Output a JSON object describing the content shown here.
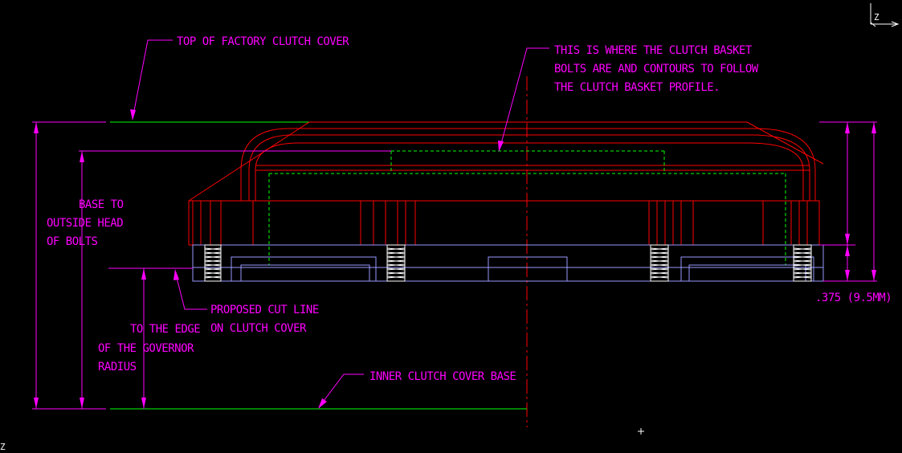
{
  "colors": {
    "background": "#000000",
    "annotation": "#ff00ff",
    "part_outline": "#ff0000",
    "cover_line": "#00ff00",
    "basket_hidden": "#00ff00",
    "base_plate": "#9999ff",
    "bolt_threads": "#ffffff",
    "centerline": "#ff0000",
    "ucs_icon": "#ffffff"
  },
  "annotations": {
    "top_cover": "TOP OF FACTORY CLUTCH COVER",
    "basket_note": [
      "THIS IS WHERE THE CLUTCH BASKET",
      "BOLTS ARE AND CONTOURS TO FOLLOW",
      "THE CLUTCH BASKET PROFILE."
    ],
    "base_to_bolts": [
      "BASE TO",
      "OUTSIDE HEAD",
      "OF BOLTS"
    ],
    "proposed_cut": [
      "PROPOSED CUT LINE",
      "ON CLUTCH COVER"
    ],
    "governor_edge": [
      "TO THE EDGE",
      "OF THE GOVERNOR",
      "RADIUS"
    ],
    "inner_base": "INNER CLUTCH COVER BASE",
    "dimension_375": ".375 (9.5MM)"
  },
  "ucs": {
    "top_axis": "Z",
    "bottom_axis": "Z"
  },
  "icons": {
    "ucs": "ucs-axis-icon",
    "crosshair": "crosshair-cursor-icon"
  }
}
